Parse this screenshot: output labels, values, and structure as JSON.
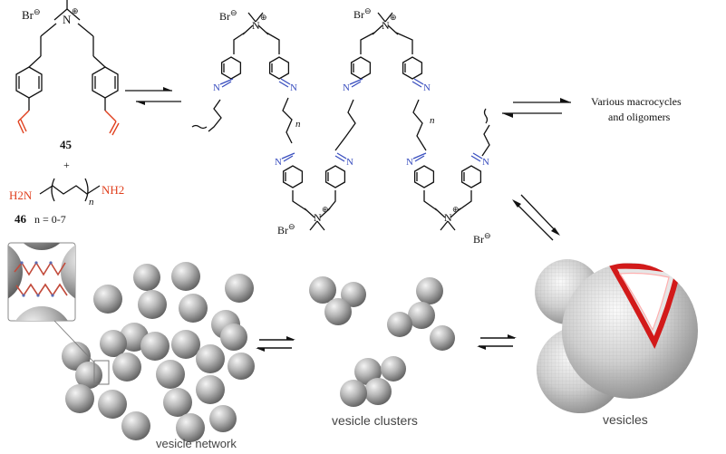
{
  "scheme": {
    "monomer_aldehyde": {
      "counterion": "Br",
      "counterion_charge": "⊖",
      "nitrogen": "N",
      "nitrogen_charge": "⊕",
      "compound_number": "45"
    },
    "plus_sign": "+",
    "monomer_diamine": {
      "left_group": "H2N",
      "right_group": "NH2",
      "repeat_index": "n",
      "compound_number": "46",
      "range_label": "n = 0-7"
    },
    "polymer": {
      "counterion": "Br",
      "counterion_charge": "⊖",
      "nitrogen": "N",
      "nitrogen_charge": "⊕",
      "imine_atom": "N",
      "repeat_index": "n"
    },
    "macrocycles_label": [
      "Various macrocycles",
      "and oligomers"
    ]
  },
  "assemblies": {
    "network_label": "vesicle network",
    "clusters_label": "vesicle clusters",
    "vesicles_label": "vesicles"
  },
  "colors": {
    "bond_black": "#111111",
    "carbonyl_red": "#e0401e",
    "imine_blue": "#3a4fbf",
    "cross_section_red": "#d21a1a",
    "sphere_gray": "#9a9a9a"
  }
}
